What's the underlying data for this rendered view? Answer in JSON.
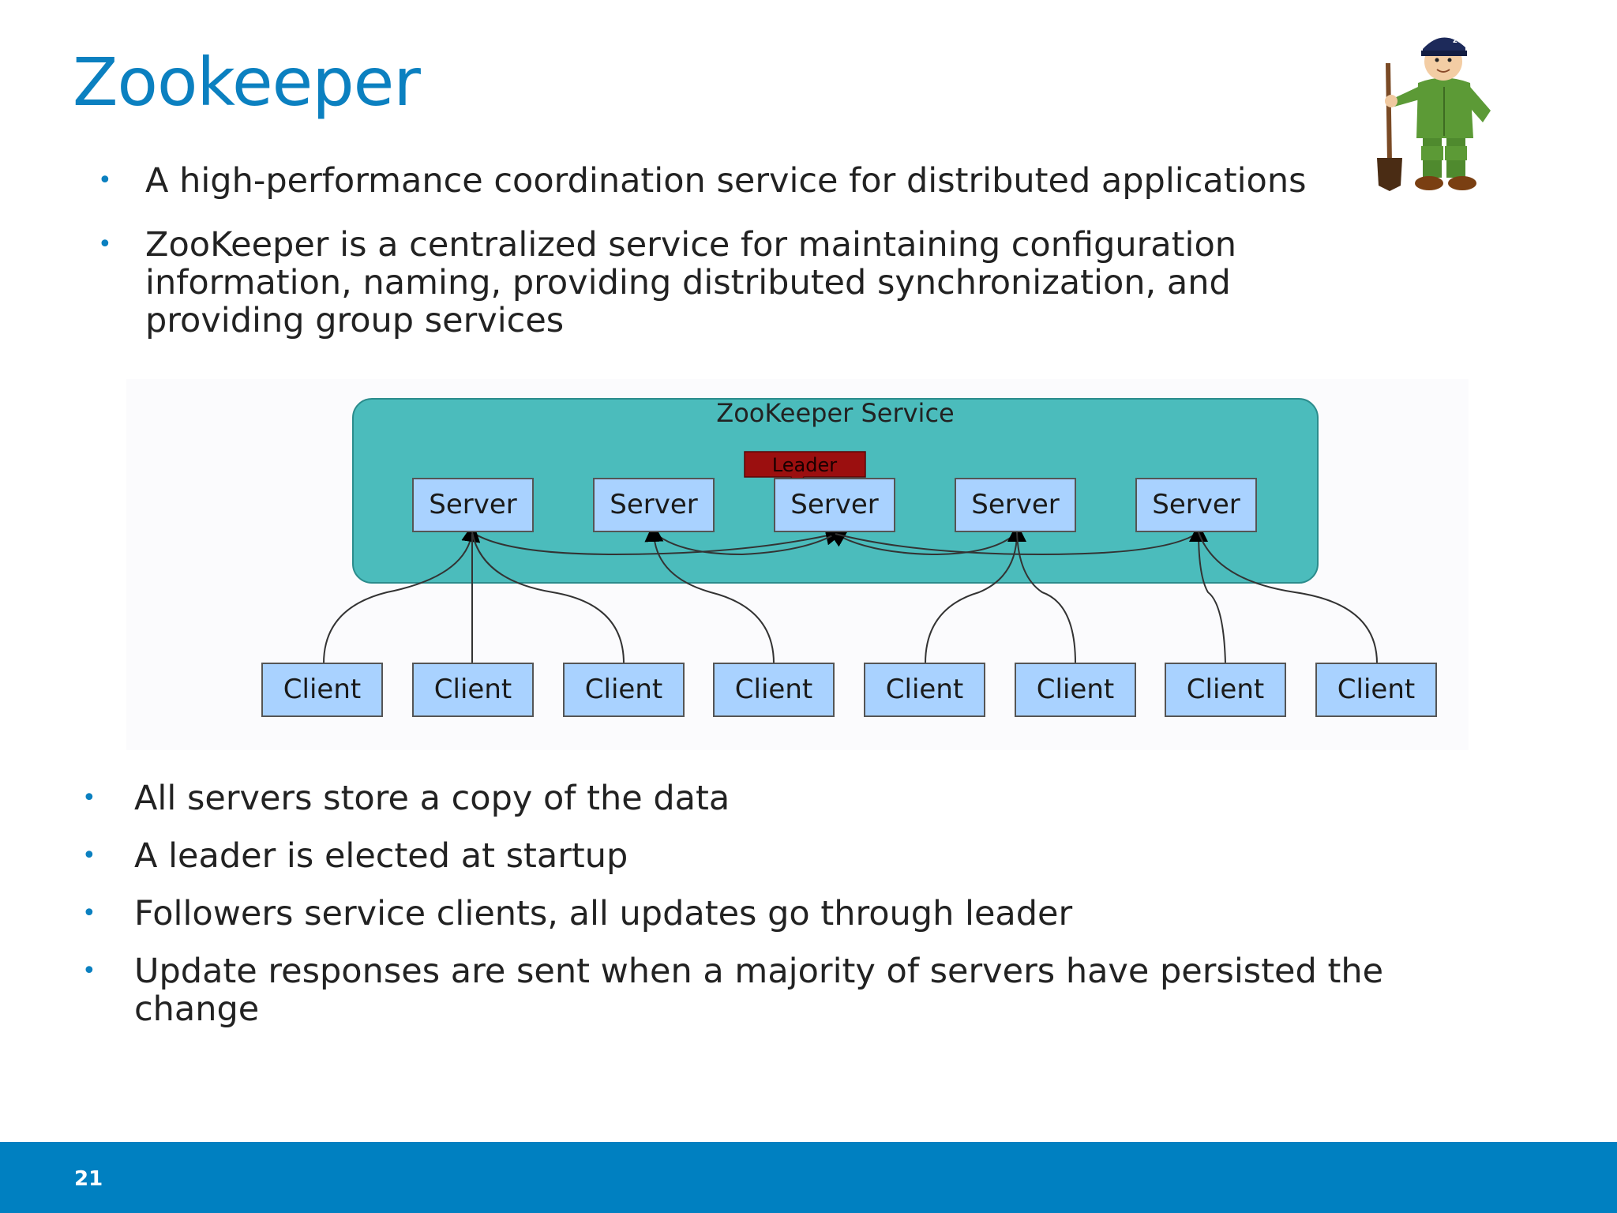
{
  "slide": {
    "title": "Zookeeper",
    "page_number": "21"
  },
  "bullets_top": [
    "A high-performance coordination service for distributed applications",
    "ZooKeeper is a centralized service for maintaining configuration information, naming, providing distributed synchronization, and providing group services"
  ],
  "diagram": {
    "service_label": "ZooKeeper Service",
    "leader_label": "Leader",
    "servers": [
      "Server",
      "Server",
      "Server",
      "Server",
      "Server"
    ],
    "clients": [
      "Client",
      "Client",
      "Client",
      "Client",
      "Client",
      "Client",
      "Client",
      "Client"
    ],
    "colors": {
      "service_fill": "#4bbcbc",
      "box_fill": "#a9d2ff",
      "leader_fill": "#9b0f0f"
    }
  },
  "bullets_bottom": [
    "All servers store a copy of the data",
    "A leader is elected at startup",
    "Followers service clients, all updates go through leader",
    "Update responses are sent when a majority of servers have persisted the change"
  ],
  "colors": {
    "accent": "#0b80c0",
    "footer": "#0080c1"
  }
}
